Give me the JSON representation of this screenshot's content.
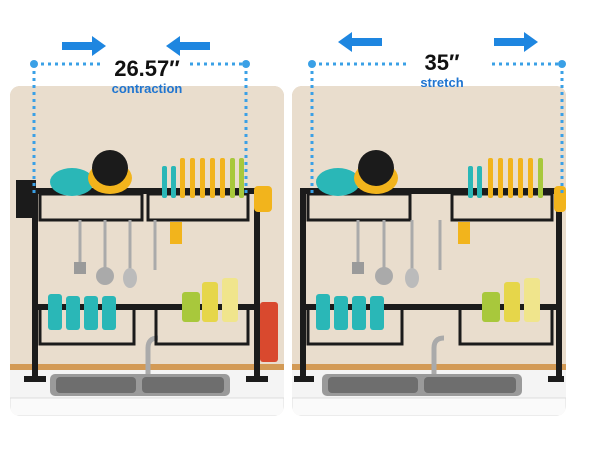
{
  "left_panel": {
    "measure": "26.57″",
    "mode": "contraction"
  },
  "right_panel": {
    "measure": "35″",
    "mode": "stretch"
  },
  "colors": {
    "dimension_blue": "#3aa0e6",
    "arrow_blue": "#1e86e0",
    "rack_black": "#1b1b1b",
    "dish_yellow": "#f2b41c",
    "dish_green": "#a8c83c",
    "teal": "#2ab7b7",
    "cutting_board": "#d9492e"
  }
}
